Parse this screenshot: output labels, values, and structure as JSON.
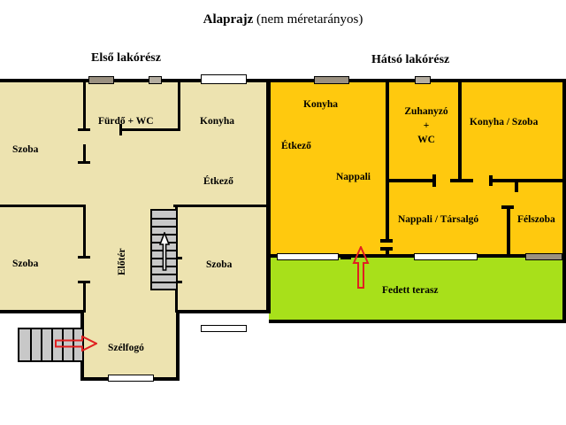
{
  "title": {
    "main": "Alaprajz",
    "note": "(nem méretarányos)"
  },
  "sections": {
    "front": {
      "heading": "Első lakórész"
    },
    "back": {
      "heading": "Hátsó lakórész"
    }
  },
  "colors": {
    "front_unit": "#EDE3B0",
    "back_unit": "#FFC90E",
    "terrace": "#A8E01A",
    "wall": "#000000",
    "stair_fill": "#C8C8C8",
    "entry_arrow": "#E02020",
    "terrace_arrow": "#E02020"
  },
  "rooms": {
    "front": [
      {
        "id": "szoba-top-left",
        "label": "Szoba"
      },
      {
        "id": "furdo-wc",
        "label": "Fürdő + WC"
      },
      {
        "id": "konyha-front",
        "label": "Konyha"
      },
      {
        "id": "etkezo-front",
        "label": "Étkező"
      },
      {
        "id": "szoba-bottom-left",
        "label": "Szoba"
      },
      {
        "id": "eloter",
        "label": "Előtér"
      },
      {
        "id": "szoba-bottom-mid",
        "label": "Szoba"
      },
      {
        "id": "szelfogo",
        "label": "Szélfogó"
      }
    ],
    "back": [
      {
        "id": "konyha-back",
        "label": "Konyha"
      },
      {
        "id": "etkezo-back",
        "label": "Étkező"
      },
      {
        "id": "nappali",
        "label": "Nappali"
      },
      {
        "id": "zuhanyzo-wc-1",
        "label": "Zuhanyzó"
      },
      {
        "id": "zuhanyzo-wc-2",
        "label": "+"
      },
      {
        "id": "zuhanyzo-wc-3",
        "label": "WC"
      },
      {
        "id": "konyha-szoba",
        "label": "Konyha / Szoba"
      },
      {
        "id": "nappali-tarsalgo",
        "label": "Nappali / Társalgó"
      },
      {
        "id": "felszoba",
        "label": "Félszoba"
      },
      {
        "id": "fedett-terasz",
        "label": "Fedett terasz"
      }
    ]
  },
  "markers": {
    "entry_arrow": "entry-direction-arrow",
    "terrace_arrow": "terrace-entry-arrow",
    "interior_stair_arrow": "stair-up-arrow"
  }
}
